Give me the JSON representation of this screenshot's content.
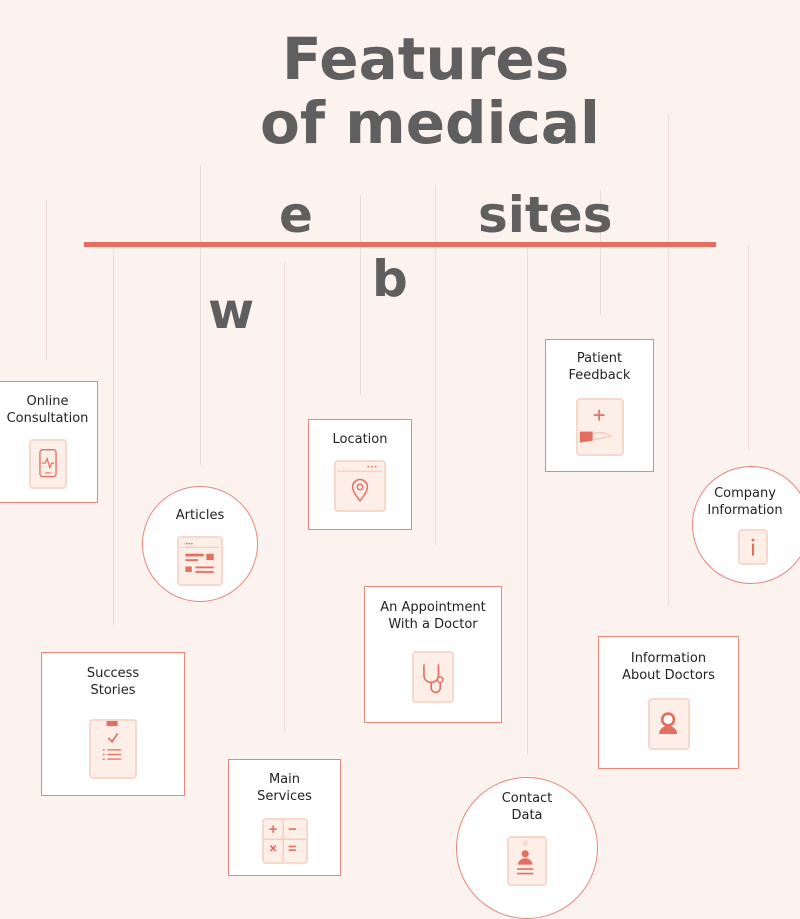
{
  "title": {
    "line1": "Features",
    "line2": "of medical",
    "w": "w",
    "e": "e",
    "b": "b",
    "sites": "sites"
  },
  "colors": {
    "accent": "#e46f60",
    "title": "#5f5f5f",
    "background": "#fdf3ee"
  },
  "features": {
    "online_consultation": {
      "line1": "Online",
      "line2": "Consultation",
      "icon": "phone-heartbeat-icon"
    },
    "articles": {
      "line1": "Articles",
      "icon": "article-icon"
    },
    "location": {
      "line1": "Location",
      "icon": "map-pin-icon"
    },
    "patient_feedback": {
      "line1": "Patient",
      "line2": "Feedback",
      "icon": "hand-plus-icon"
    },
    "company_information": {
      "line1": "Company",
      "line2": "Information",
      "icon": "info-icon"
    },
    "appointment": {
      "line1": "An Appointment",
      "line2": "With a Doctor",
      "icon": "stethoscope-icon"
    },
    "information_doctors": {
      "line1": "Information",
      "line2": "About Doctors",
      "icon": "doctor-icon"
    },
    "success_stories": {
      "line1": "Success",
      "line2": "Stories",
      "icon": "clipboard-check-icon"
    },
    "main_services": {
      "line1": "Main",
      "line2": "Services",
      "icon": "calculator-icon"
    },
    "contact_data": {
      "line1": "Contact",
      "line2": "Data",
      "icon": "contact-card-icon"
    }
  }
}
